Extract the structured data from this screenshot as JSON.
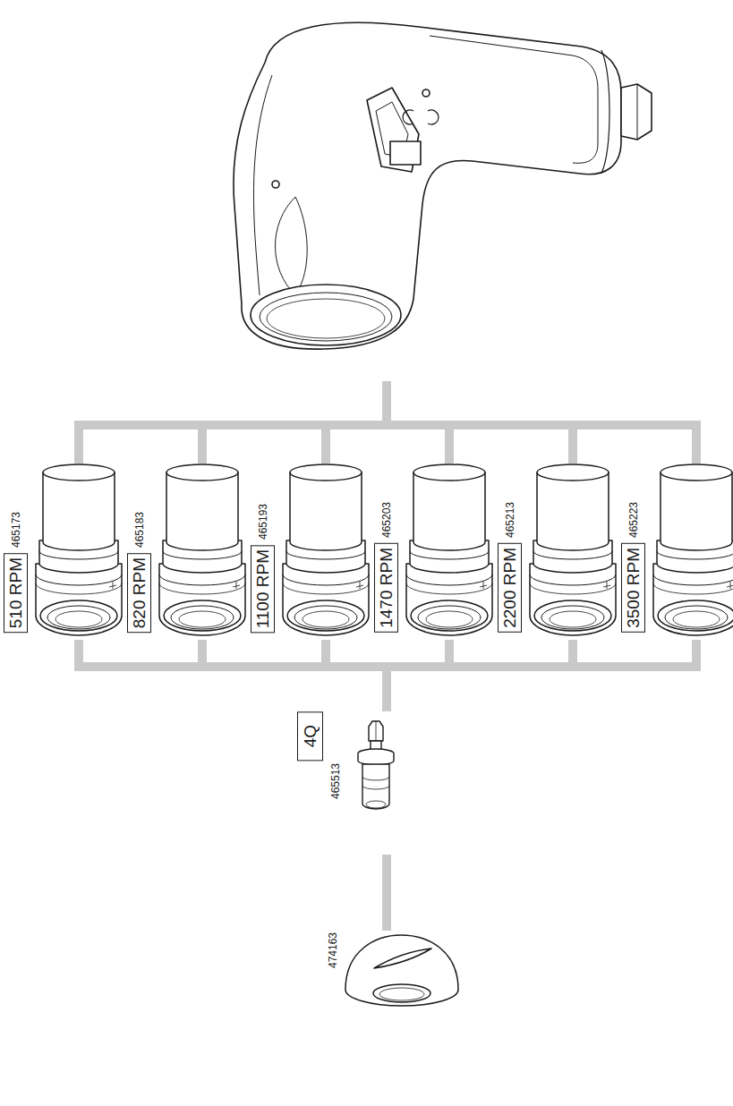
{
  "diagram": {
    "nodes": [
      {
        "text": [
          "510 RPM",
          "465173"
        ]
      },
      {
        "text": [
          "820 RPM",
          "465183"
        ]
      },
      {
        "text": [
          "1100 RPM",
          "465193"
        ]
      },
      {
        "text": [
          "1470 RPM",
          "465203"
        ]
      },
      {
        "text": [
          "2200 RPM",
          "465213"
        ]
      },
      {
        "text": [
          "3500 RPM",
          "465223"
        ]
      },
      {
        "text": [
          "4Q",
          "465513"
        ]
      },
      {
        "text": [
          "474163"
        ]
      }
    ],
    "edges": [
      {
        "from": 0,
        "to": 6,
        "arrow": "none"
      },
      {
        "from": 1,
        "to": 6,
        "arrow": "none"
      },
      {
        "from": 2,
        "to": 6,
        "arrow": "none"
      },
      {
        "from": 3,
        "to": 6,
        "arrow": "none"
      },
      {
        "from": 4,
        "to": 6,
        "arrow": "none"
      },
      {
        "from": 5,
        "to": 6,
        "arrow": "none"
      },
      {
        "from": 6,
        "to": 7,
        "arrow": "none"
      }
    ]
  }
}
